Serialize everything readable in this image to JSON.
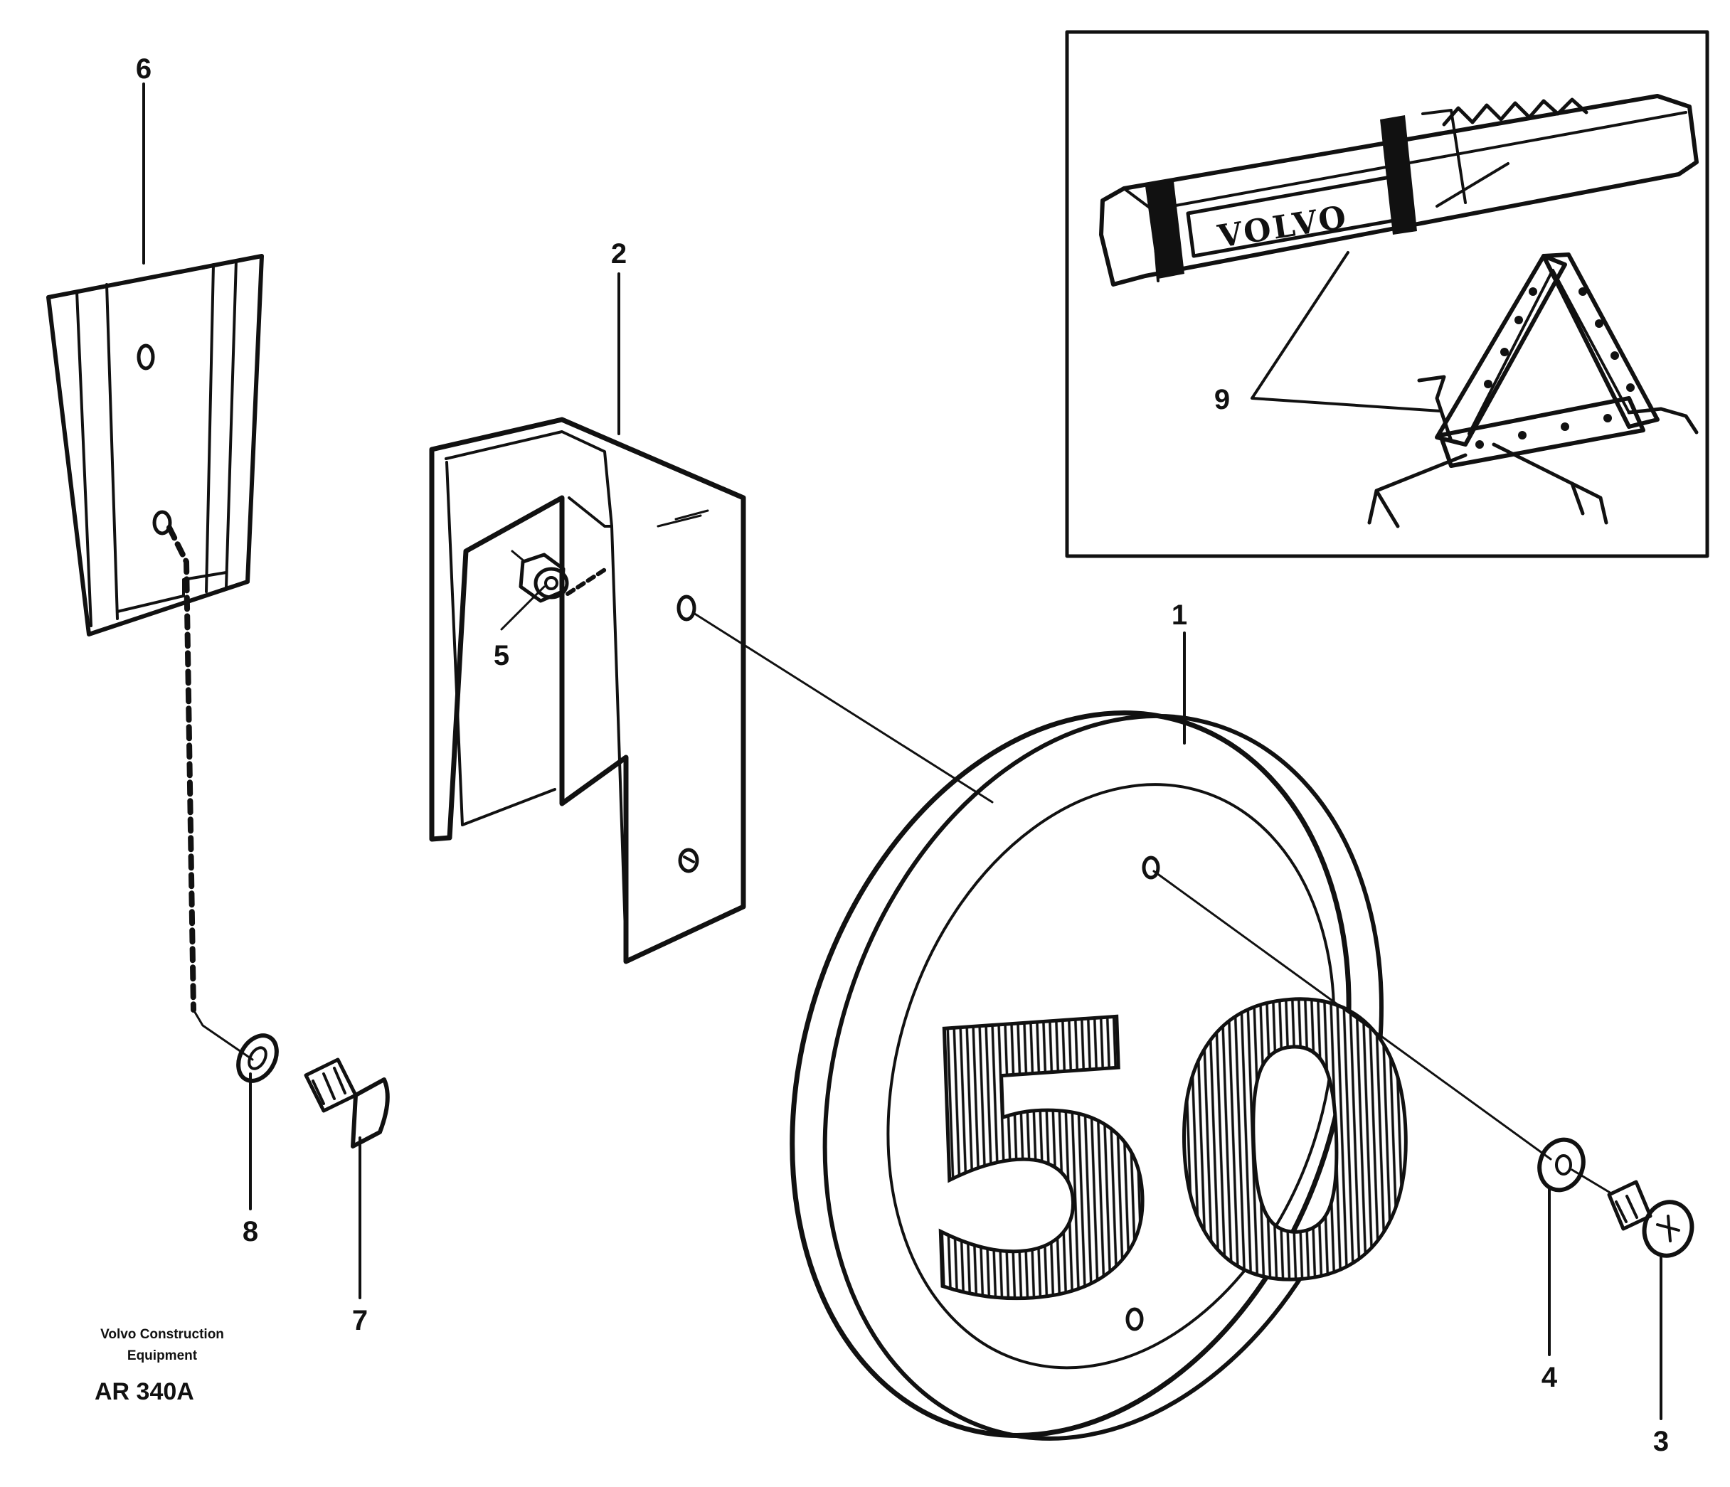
{
  "callouts": {
    "item_1": "1",
    "item_2": "2",
    "item_3": "3",
    "item_4": "4",
    "item_5": "5",
    "item_6": "6",
    "item_7": "7",
    "item_8": "8",
    "item_9": "9"
  },
  "sign": {
    "speed": "50"
  },
  "kit": {
    "brand": "VOLVO"
  },
  "footer": {
    "credit_line1": "Volvo Construction",
    "credit_line2": "Equipment",
    "drawing_code": "AR 340A"
  },
  "colors": {
    "ink": "#111111",
    "paper": "#ffffff"
  }
}
